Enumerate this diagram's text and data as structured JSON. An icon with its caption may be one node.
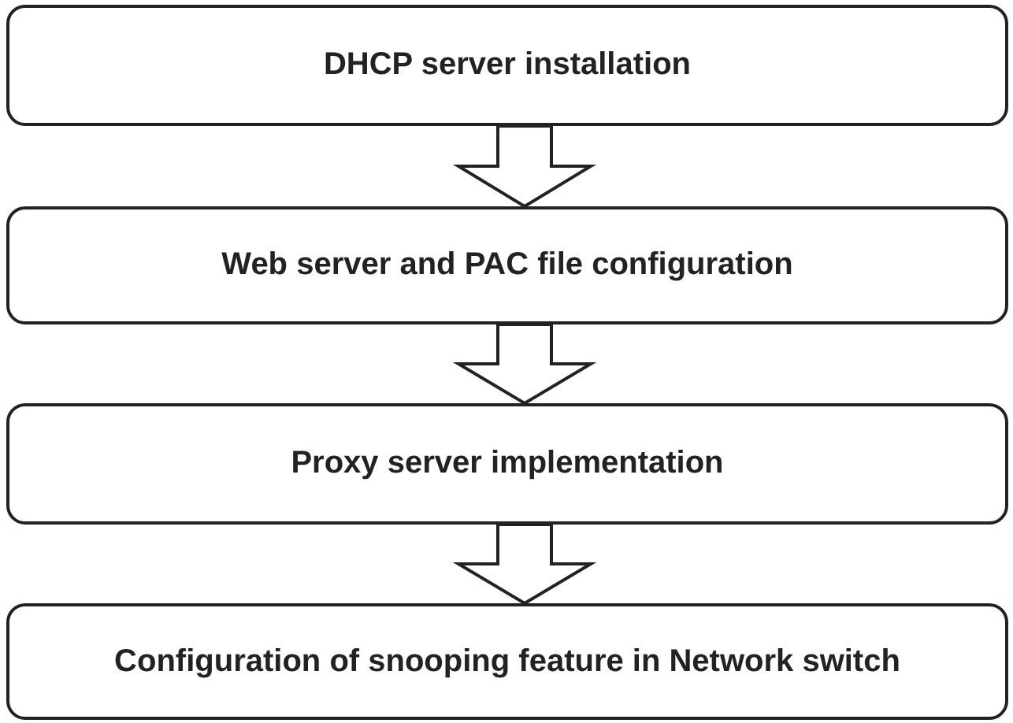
{
  "diagram": {
    "nodes": [
      {
        "text": [
          "DHCP server installation"
        ]
      },
      {
        "text": [
          "Web server and PAC file configuration"
        ]
      },
      {
        "text": [
          "Proxy server implementation"
        ]
      },
      {
        "text": [
          "Configuration of snooping feature in Network switch"
        ]
      }
    ],
    "edges": [
      {
        "from": 0,
        "to": 1,
        "arrow": "to"
      },
      {
        "from": 1,
        "to": 2,
        "arrow": "to"
      },
      {
        "from": 2,
        "to": 3,
        "arrow": "to"
      }
    ]
  }
}
